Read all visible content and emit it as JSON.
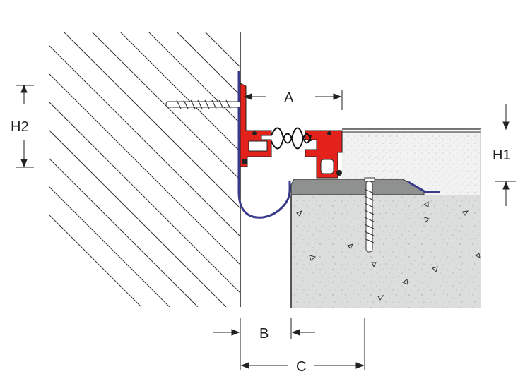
{
  "labels": {
    "a": "A",
    "b": "B",
    "c": "C",
    "h1": "H1",
    "h2": "H2"
  },
  "colors": {
    "profile_red": "#e3231b",
    "flashing_blue": "#3a3a8c",
    "concrete_fill": "#dcdedd",
    "screed_fill": "#f1f2f1",
    "base_plate_fill": "#8e9190",
    "line": "#222222"
  }
}
